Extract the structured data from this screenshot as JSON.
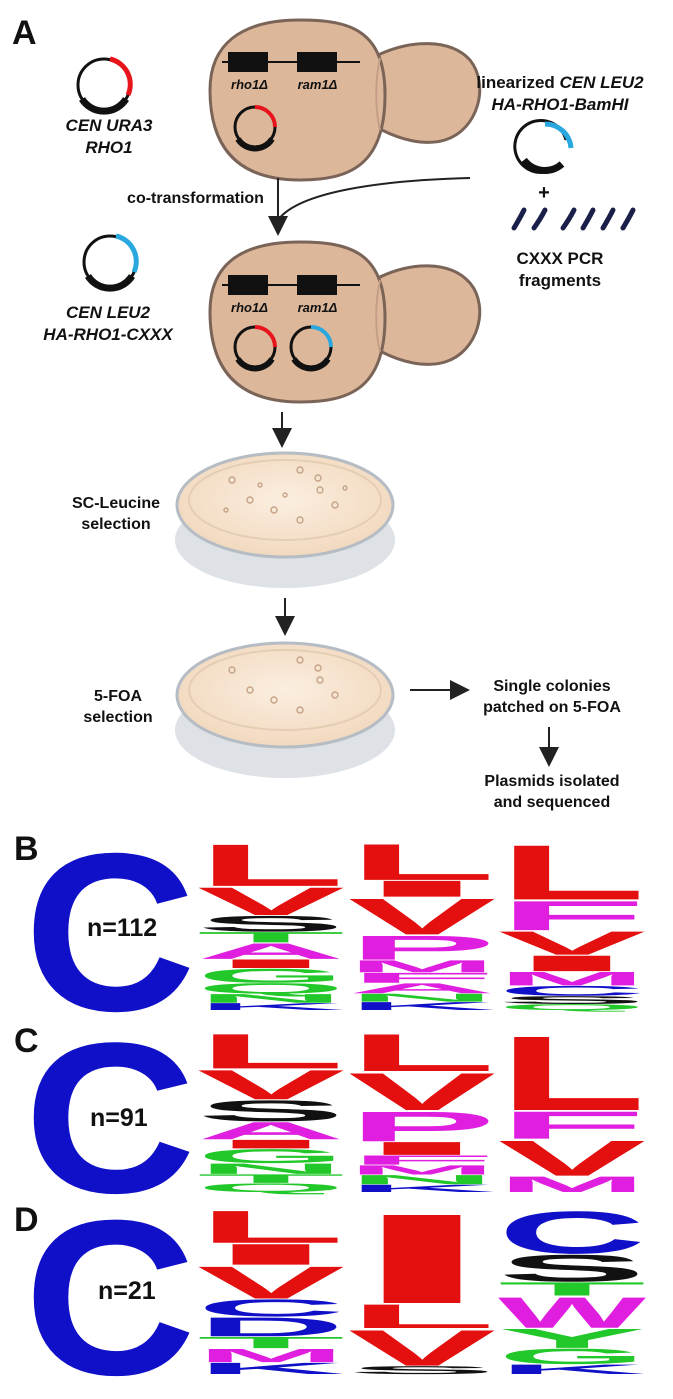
{
  "panel_a": {
    "label": "A",
    "donor_plasmid": [
      "CEN URA3",
      "RHO1"
    ],
    "linearized_plasmid": [
      "linearized",
      "CEN LEU2",
      "HA-RHO1-BamHI"
    ],
    "plus": "+",
    "pcr_fragments": [
      "CXXX PCR",
      "fragments"
    ],
    "cotransformation": "co-transformation",
    "gene_rho1": "rho1Δ",
    "gene_ram1": "ram1Δ",
    "result_plasmid": [
      "CEN LEU2",
      "HA-RHO1-CXXX"
    ],
    "selection_1": [
      "SC-Leucine",
      "selection"
    ],
    "selection_2": [
      "5-FOA",
      "selection"
    ],
    "patched": [
      "Single colonies",
      "patched on 5-FOA"
    ],
    "isolated": [
      "Plasmids isolated",
      "and sequenced"
    ]
  },
  "colors": {
    "uracil_marker": "#e8141c",
    "leu_marker": "#29a8e0",
    "cell_fill": "#ddb79a",
    "cell_outline": "#7a6458",
    "logo_blue": "#1010c8",
    "logo_red": "#e40f0f",
    "logo_magenta": "#e01ee0",
    "logo_green": "#22c82a",
    "logo_black": "#111111"
  },
  "logos": [
    {
      "panel": "B",
      "count": "n=112",
      "positions": [
        [
          "L",
          "V",
          "S",
          "T",
          "A",
          "I",
          "G",
          "Q",
          "N",
          "K"
        ],
        [
          "L",
          "I",
          "V",
          "P",
          "M",
          "F",
          "A",
          "N",
          "K"
        ],
        [
          "L",
          "F",
          "V",
          "I",
          "M",
          "C",
          "S",
          "Q"
        ]
      ]
    },
    {
      "panel": "C",
      "count": "n=91",
      "positions": [
        [
          "L",
          "V",
          "S",
          "A",
          "I",
          "G",
          "N",
          "T",
          "Q"
        ],
        [
          "L",
          "V",
          "P",
          "I",
          "F",
          "M",
          "N",
          "K"
        ],
        [
          "L",
          "F",
          "V",
          "M"
        ]
      ]
    },
    {
      "panel": "D",
      "count": "n=21",
      "positions": [
        [
          "L",
          "I",
          "V",
          "C",
          "D",
          "T",
          "M",
          "K"
        ],
        [
          "I",
          "L",
          "V",
          "S"
        ],
        [
          "C",
          "S",
          "T",
          "W",
          "Y",
          "G",
          "K"
        ]
      ]
    }
  ]
}
